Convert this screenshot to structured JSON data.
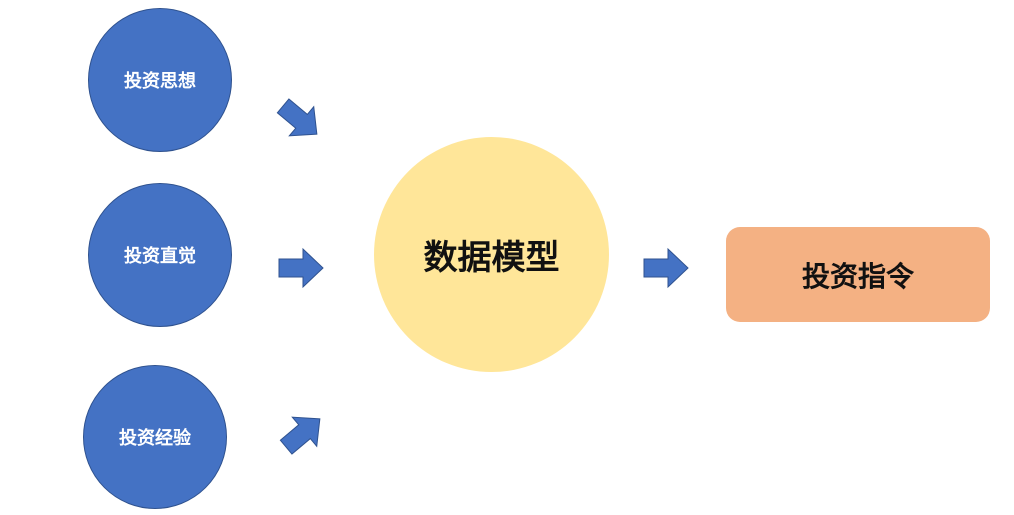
{
  "inputs": [
    {
      "label": "投资思想"
    },
    {
      "label": "投资直觉"
    },
    {
      "label": "投资经验"
    }
  ],
  "model": {
    "label": "数据模型"
  },
  "output": {
    "label": "投资指令"
  },
  "colors": {
    "input_fill": "#4472c4",
    "model_fill": "#ffe699",
    "output_fill": "#f4b183",
    "arrow_fill": "#4472c4"
  }
}
